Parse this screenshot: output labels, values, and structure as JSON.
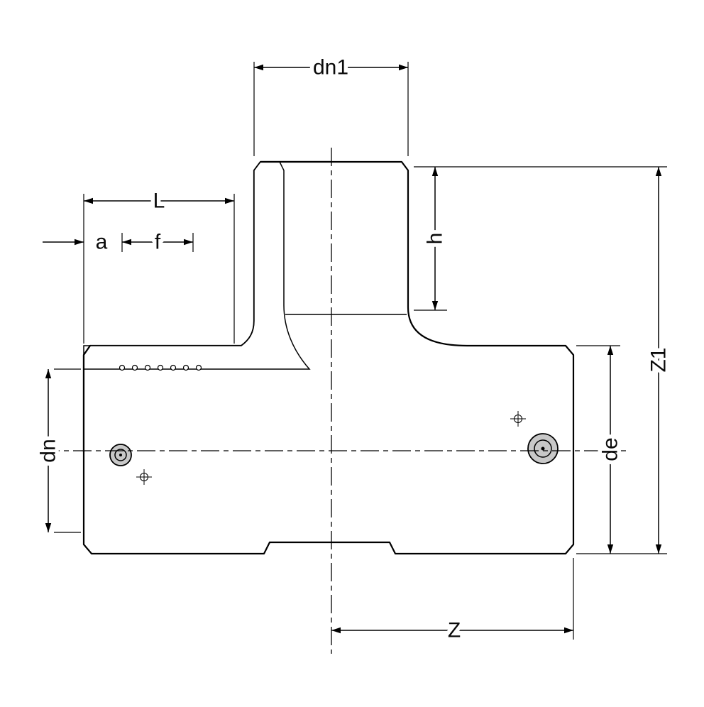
{
  "diagram": {
    "labels": {
      "dn1": "dn1",
      "L": "L",
      "a": "a",
      "f": "f",
      "h": "h",
      "dn": "dn",
      "de": "de",
      "Z": "Z",
      "Z1": "Z1"
    },
    "colors": {
      "body_fill": "#c8c8c8",
      "outline": "#000000",
      "background": "#ffffff"
    }
  }
}
